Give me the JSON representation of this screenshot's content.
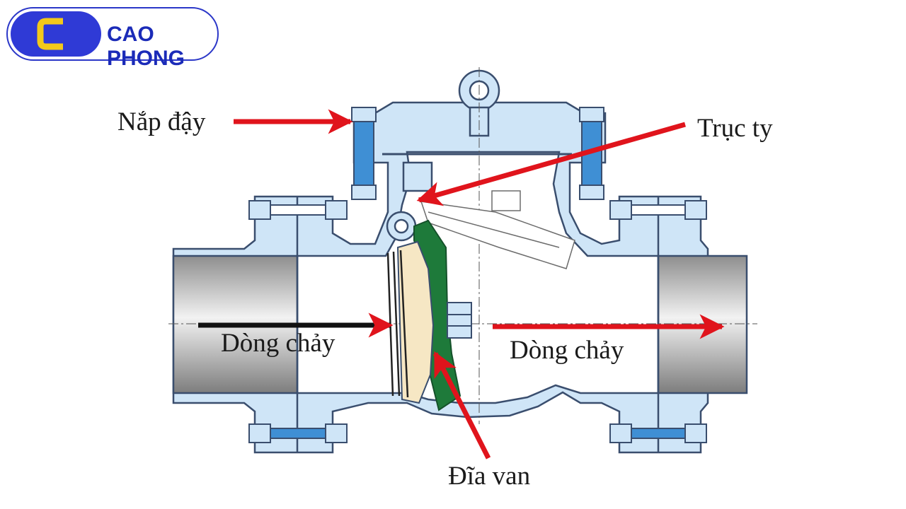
{
  "brand": {
    "name": "CAO PHONG",
    "colors": {
      "primary": "#2f3ad6",
      "accent": "#f3c91a"
    }
  },
  "labels": {
    "cover": "Nắp đậy",
    "stem": "Trục ty",
    "flow_left": "Dòng chảy",
    "flow_right": "Dòng chảy",
    "disc": "Đĩa van"
  },
  "colors": {
    "body": "#cfe5f7",
    "outline": "#3a4e6e",
    "arrow": "#e0141c",
    "disc_arm": "#1e7a3a",
    "disc_face": "#f6e7c4",
    "bolt": "#3f8fd4"
  }
}
